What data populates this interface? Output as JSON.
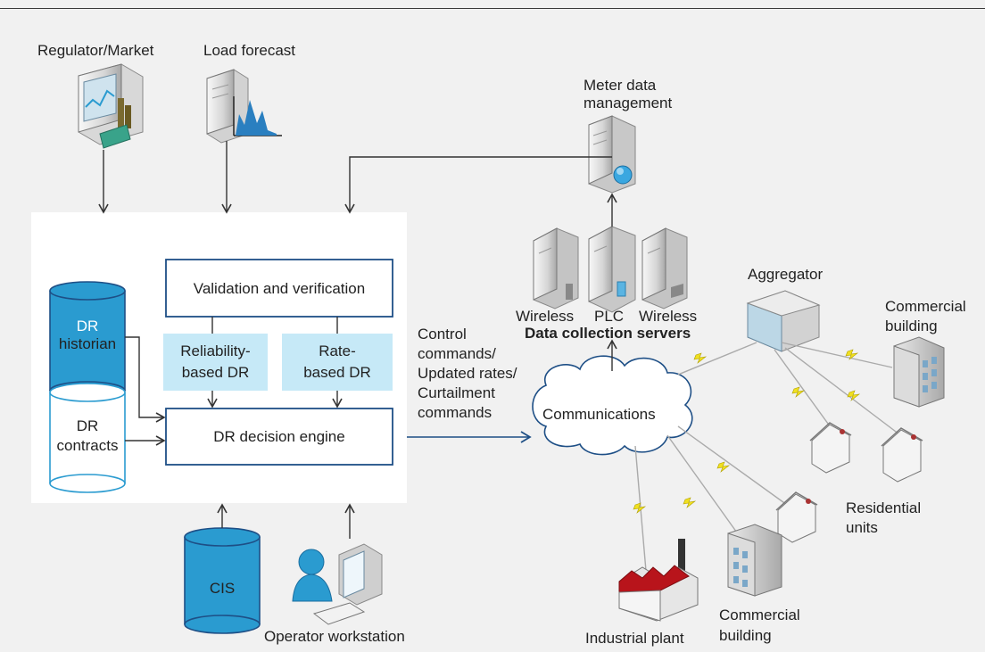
{
  "sources": {
    "regulator_market": "Regulator/Market",
    "load_forecast": "Load forecast",
    "meter_data_management": [
      "Meter data",
      "management"
    ]
  },
  "core": {
    "validation": "Validation and verification",
    "reliability_dr": [
      "Reliability-",
      "based DR"
    ],
    "rate_dr": [
      "Rate-",
      "based DR"
    ],
    "decision_engine": "DR decision engine",
    "dr_historian": [
      "DR",
      "historian"
    ],
    "dr_contracts": [
      "DR",
      "contracts"
    ]
  },
  "bottom": {
    "cis": "CIS",
    "operator_workstation": "Operator workstation"
  },
  "servers": {
    "wireless_left": "Wireless",
    "plc": "PLC",
    "wireless_right": "Wireless",
    "title": "Data collection servers"
  },
  "comms": {
    "messages": [
      "Control",
      "commands/",
      "Updated rates/",
      "Curtailment",
      "commands"
    ],
    "cloud": "Communications"
  },
  "endpoints": {
    "aggregator": "Aggregator",
    "commercial_building_right": [
      "Commercial",
      "building"
    ],
    "residential_units": [
      "Residential",
      "units"
    ],
    "commercial_building_bottom": [
      "Commercial",
      "building"
    ],
    "industrial_plant": "Industrial plant"
  },
  "colors": {
    "accent_blue": "#2a9bd0",
    "light_blue_box": "#c6e9f7",
    "box_border": "#1e4f86",
    "arrow": "#333333",
    "lightning": "#f0e020"
  }
}
